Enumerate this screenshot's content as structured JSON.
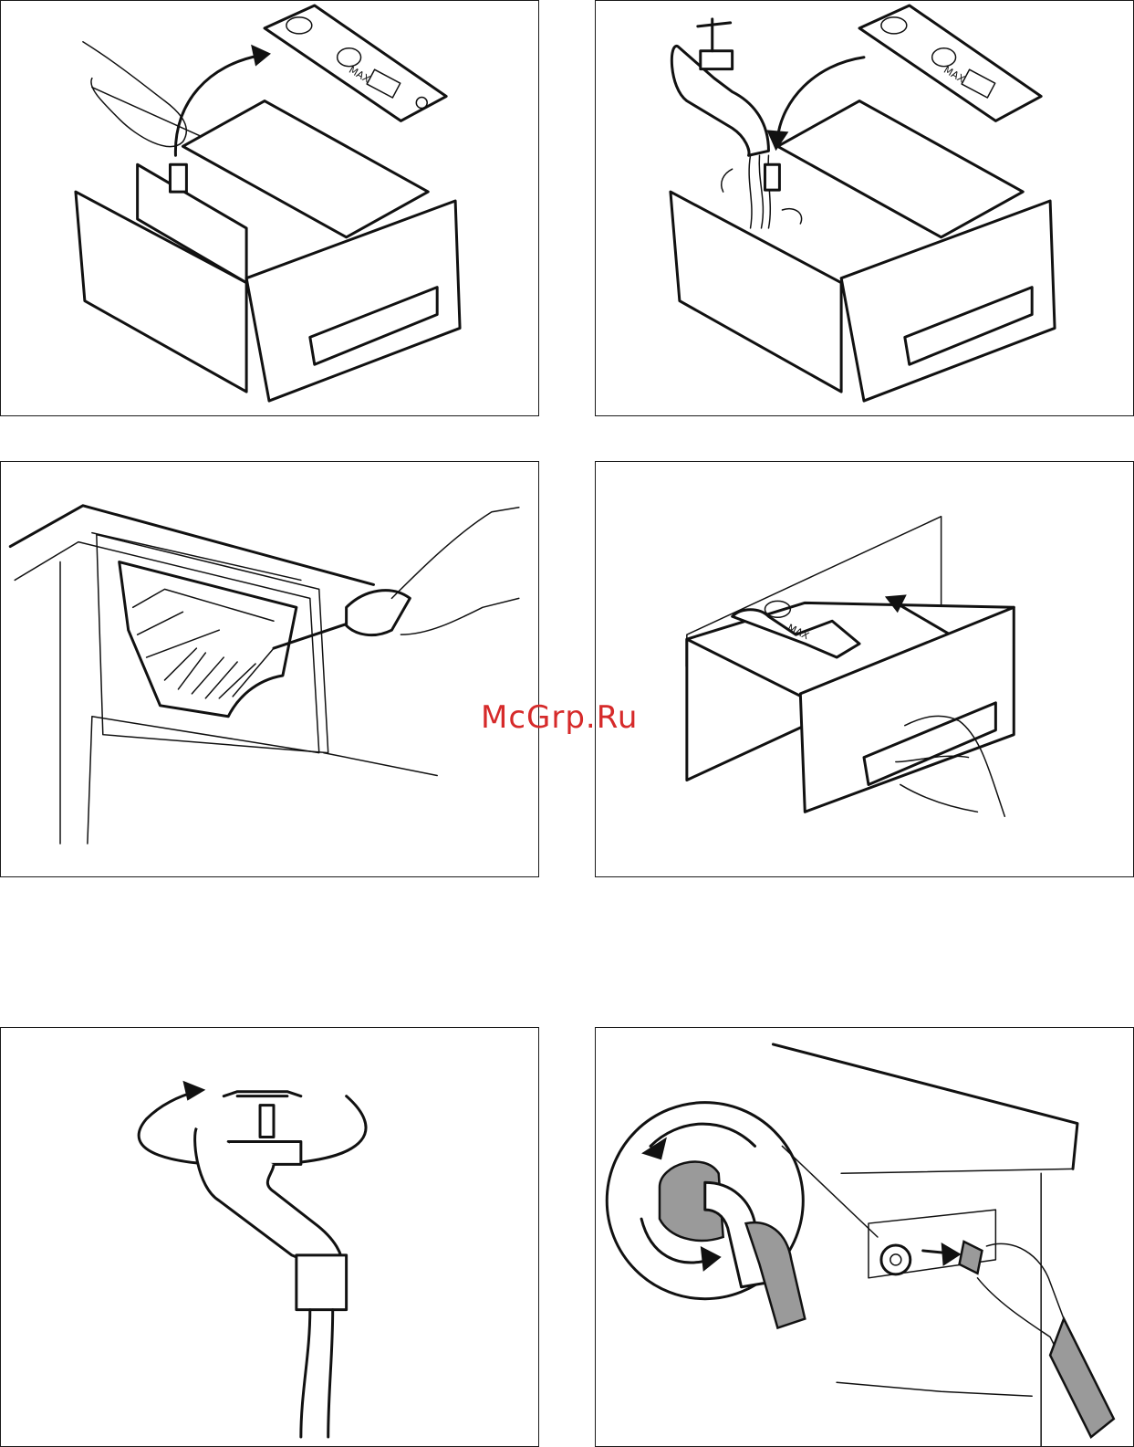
{
  "panels": [
    {
      "id": "p1",
      "max_label": "MAX"
    },
    {
      "id": "p2",
      "max_label": "MAX"
    },
    {
      "id": "p3"
    },
    {
      "id": "p4",
      "max_label": "MAX"
    },
    {
      "id": "p5"
    },
    {
      "id": "p6"
    }
  ],
  "watermark": {
    "text": "McGrp.Ru",
    "color": "#d62a2a"
  }
}
